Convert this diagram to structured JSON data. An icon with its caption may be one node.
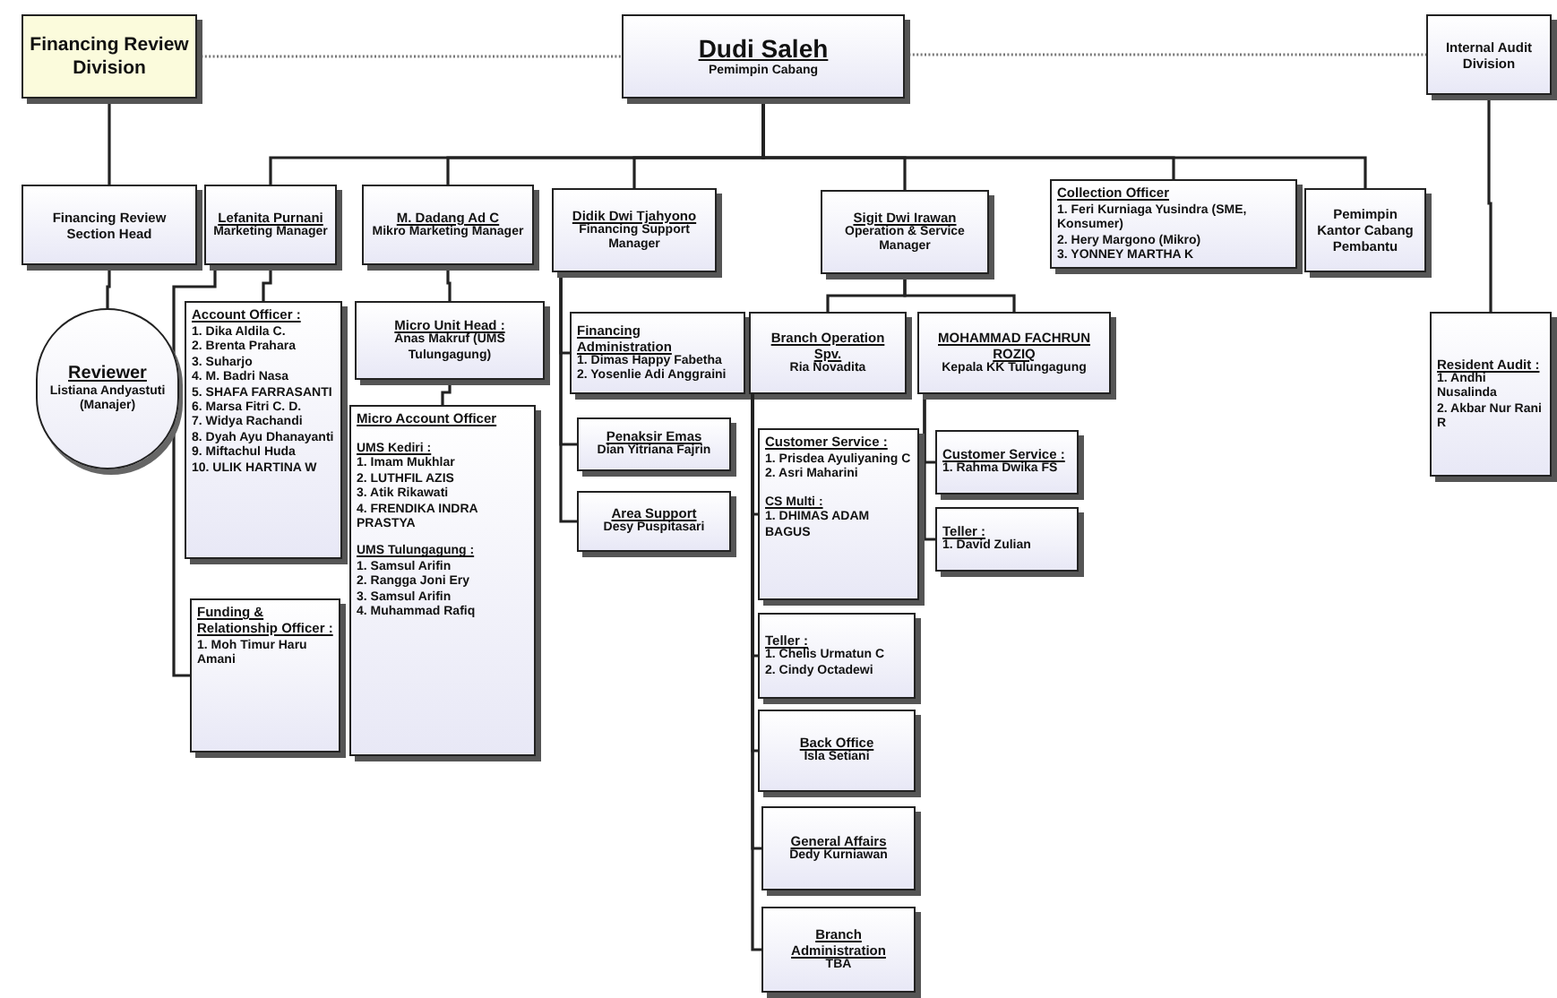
{
  "diagram": {
    "nodes": [
      {
        "text": [
          "Financing Review Division"
        ]
      },
      {
        "text": [
          "Dudi Saleh",
          "Pemimpin Cabang"
        ]
      },
      {
        "text": [
          "Internal Audit Division"
        ]
      },
      {
        "text": [
          "Financing Review Section Head"
        ]
      },
      {
        "text": [
          "Lefanita Purnani",
          "Marketing Manager"
        ]
      },
      {
        "text": [
          "M. Dadang Ad C",
          "Mikro Marketing Manager"
        ]
      },
      {
        "text": [
          "Didik Dwi Tjahyono",
          "Financing Support Manager"
        ]
      },
      {
        "text": [
          "Sigit Dwi Irawan",
          "Operation & Service Manager"
        ]
      },
      {
        "text": [
          "Collection Officer",
          "1. Feri Kurniaga Yusindra (SME, Konsumer)",
          "2. Hery Margono (Mikro)",
          "3. YONNEY MARTHA K"
        ]
      },
      {
        "text": [
          "Pemimpin Kantor Cabang Pembantu"
        ]
      },
      {
        "text": [
          "Reviewer",
          "Listiana Andyastuti (Manajer)"
        ]
      },
      {
        "text": [
          "Account Officer :",
          "1. Dika Aldila C.",
          "2. Brenta Prahara",
          "3. Suharjo",
          "4. M. Badri Nasa",
          "5. SHAFA FARRASANTI",
          "6. Marsa Fitri C. D.",
          "7. Widya Rachandi",
          "8. Dyah Ayu Dhanayanti",
          "9. Miftachul Huda",
          "10. ULIK HARTINA W"
        ]
      },
      {
        "text": [
          "Funding & Relationship Officer :",
          "1. Moh Timur Haru Amani"
        ]
      },
      {
        "text": [
          "Micro Unit Head :",
          "Anas Makruf (UMS Tulungagung)"
        ]
      },
      {
        "text": [
          "Micro Account Officer",
          "UMS Kediri :",
          "1. Imam Mukhlar",
          "2. LUTHFIL AZIS",
          "3. Atik Rikawati",
          "4. FRENDIKA INDRA PRASTYA",
          "UMS Tulungagung :",
          "1. Samsul Arifin",
          "2. Rangga Joni Ery",
          "3. Samsul Arifin",
          "4. Muhammad Rafiq"
        ]
      },
      {
        "text": [
          "Financing Administration",
          "1. Dimas Happy Fabetha",
          "2. Yosenlie Adi Anggraini"
        ]
      },
      {
        "text": [
          "Penaksir Emas",
          "Dian Yitriana Fajrin"
        ]
      },
      {
        "text": [
          "Area Support",
          "Desy Puspitasari"
        ]
      },
      {
        "text": [
          "Branch Operation Spv.",
          "Ria Novadita"
        ]
      },
      {
        "text": [
          "MOHAMMAD FACHRUN ROZIQ",
          "Kepala KK Tulungagung"
        ]
      },
      {
        "text": [
          "Customer Service :",
          "1. Prisdea Ayuliyaning C",
          "2. Asri Maharini",
          "CS Multi :",
          "1. DHIMAS ADAM BAGUS"
        ]
      },
      {
        "text": [
          "Teller :",
          "1. Chelis Urmatun C",
          "2. Cindy Octadewi"
        ]
      },
      {
        "text": [
          "Back Office",
          "Isla Setiani"
        ]
      },
      {
        "text": [
          "General Affairs",
          "Dedy Kurniawan"
        ]
      },
      {
        "text": [
          "Branch Administration",
          "TBA"
        ]
      },
      {
        "text": [
          "Customer Service :",
          "1. Rahma Dwika FS"
        ]
      },
      {
        "text": [
          "Teller :",
          "1. David Zulian"
        ]
      },
      {
        "text": [
          "Resident Audit :",
          "1. Andhi Nusalinda",
          "2. Akbar Nur Rani R"
        ]
      }
    ],
    "edges": [
      {
        "from": 0,
        "to": 1,
        "arrow": "none",
        "style": "dashed"
      },
      {
        "from": 1,
        "to": 2,
        "arrow": "none",
        "style": "dashed"
      },
      {
        "from": 0,
        "to": 3,
        "arrow": "none"
      },
      {
        "from": 3,
        "to": 10,
        "arrow": "none"
      },
      {
        "from": 1,
        "to": 4,
        "arrow": "none"
      },
      {
        "from": 1,
        "to": 5,
        "arrow": "none"
      },
      {
        "from": 1,
        "to": 6,
        "arrow": "none"
      },
      {
        "from": 1,
        "to": 7,
        "arrow": "none"
      },
      {
        "from": 1,
        "to": 8,
        "arrow": "none"
      },
      {
        "from": 1,
        "to": 9,
        "arrow": "none"
      },
      {
        "from": 4,
        "to": 11,
        "arrow": "none"
      },
      {
        "from": 4,
        "to": 12,
        "arrow": "none"
      },
      {
        "from": 5,
        "to": 13,
        "arrow": "none"
      },
      {
        "from": 13,
        "to": 14,
        "arrow": "none"
      },
      {
        "from": 6,
        "to": 15,
        "arrow": "none"
      },
      {
        "from": 6,
        "to": 16,
        "arrow": "none"
      },
      {
        "from": 6,
        "to": 17,
        "arrow": "none"
      },
      {
        "from": 7,
        "to": 18,
        "arrow": "none"
      },
      {
        "from": 7,
        "to": 19,
        "arrow": "none"
      },
      {
        "from": 18,
        "to": 20,
        "arrow": "none"
      },
      {
        "from": 18,
        "to": 21,
        "arrow": "none"
      },
      {
        "from": 18,
        "to": 22,
        "arrow": "none"
      },
      {
        "from": 18,
        "to": 23,
        "arrow": "none"
      },
      {
        "from": 18,
        "to": 24,
        "arrow": "none"
      },
      {
        "from": 19,
        "to": 25,
        "arrow": "none"
      },
      {
        "from": 19,
        "to": 26,
        "arrow": "none"
      },
      {
        "from": 2,
        "to": 27,
        "arrow": "none"
      }
    ]
  }
}
